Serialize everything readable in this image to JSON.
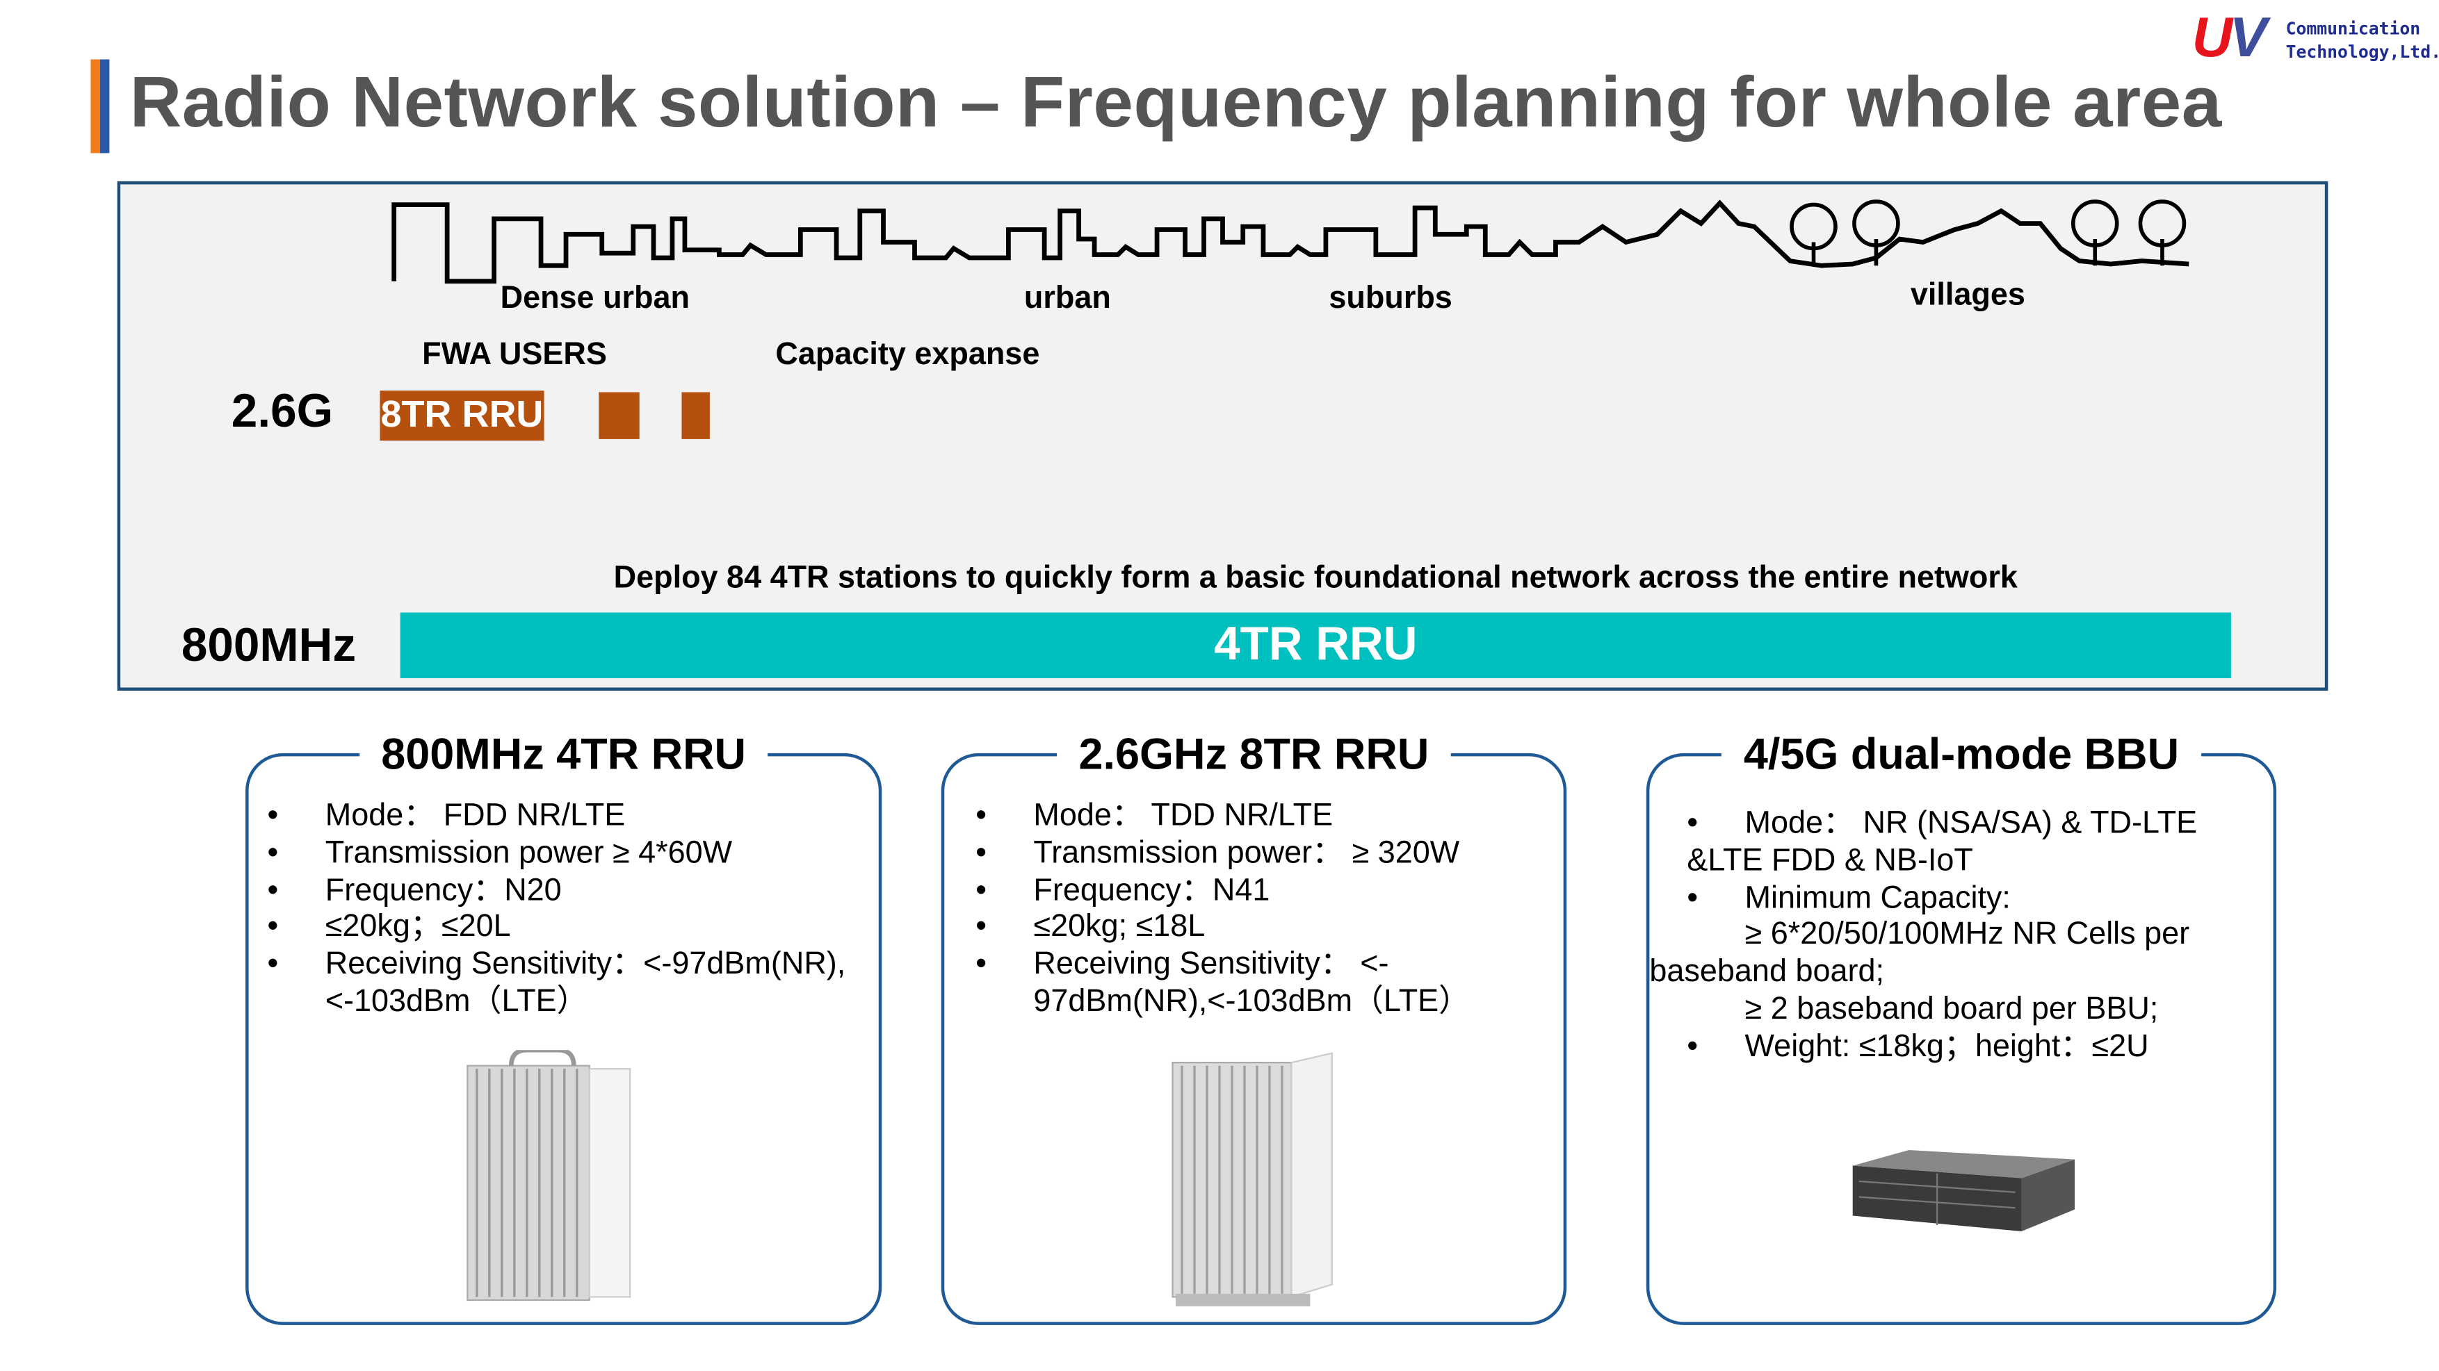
{
  "header": {
    "title": "Radio Network solution – Frequency planning for whole area",
    "logo_text": [
      "Communication",
      "Technology,Ltd."
    ],
    "logo_letters": "UV"
  },
  "planning": {
    "areas": [
      "Dense urban",
      "urban",
      "suburbs",
      "villages"
    ],
    "fwa_users": "FWA USERS",
    "capacity": "Capacity expanse",
    "band_26": "2.6G",
    "rru_8tr": "8TR RRU",
    "deploy_note": "Deploy 84 4TR stations to quickly form a basic foundational network across the entire network",
    "band_800": "800MHz",
    "rru_4tr": "4TR RRU",
    "colors": {
      "orange": "#b5500f",
      "teal": "#00bfbf",
      "border": "#1f4e79"
    }
  },
  "cards": [
    {
      "title": "800MHz 4TR RRU",
      "lines": [
        "Mode：  FDD NR/LTE",
        "Transmission power ≥ 4*60W",
        "Frequency：N20",
        "≤20kg；≤20L",
        "Receiving Sensitivity：<-97dBm(NR),",
        "<-103dBm（LTE）"
      ]
    },
    {
      "title": "2.6GHz 8TR RRU",
      "lines": [
        "Mode：  TDD NR/LTE",
        "Transmission power：  ≥ 320W",
        "Frequency：N41",
        "≤20kg; ≤18L",
        "Receiving Sensitivity：  <-",
        "97dBm(NR),<-103dBm（LTE）"
      ]
    },
    {
      "title": "4/5G dual-mode BBU",
      "lines": [
        "Mode：  NR (NSA/SA) & TD-LTE",
        "&LTE FDD & NB-IoT",
        "Minimum Capacity:",
        "≥ 6*20/50/100MHz  NR Cells per",
        "baseband board;",
        "≥ 2 baseband board per BBU;",
        "Weight: ≤18kg；height：≤2U"
      ]
    }
  ]
}
